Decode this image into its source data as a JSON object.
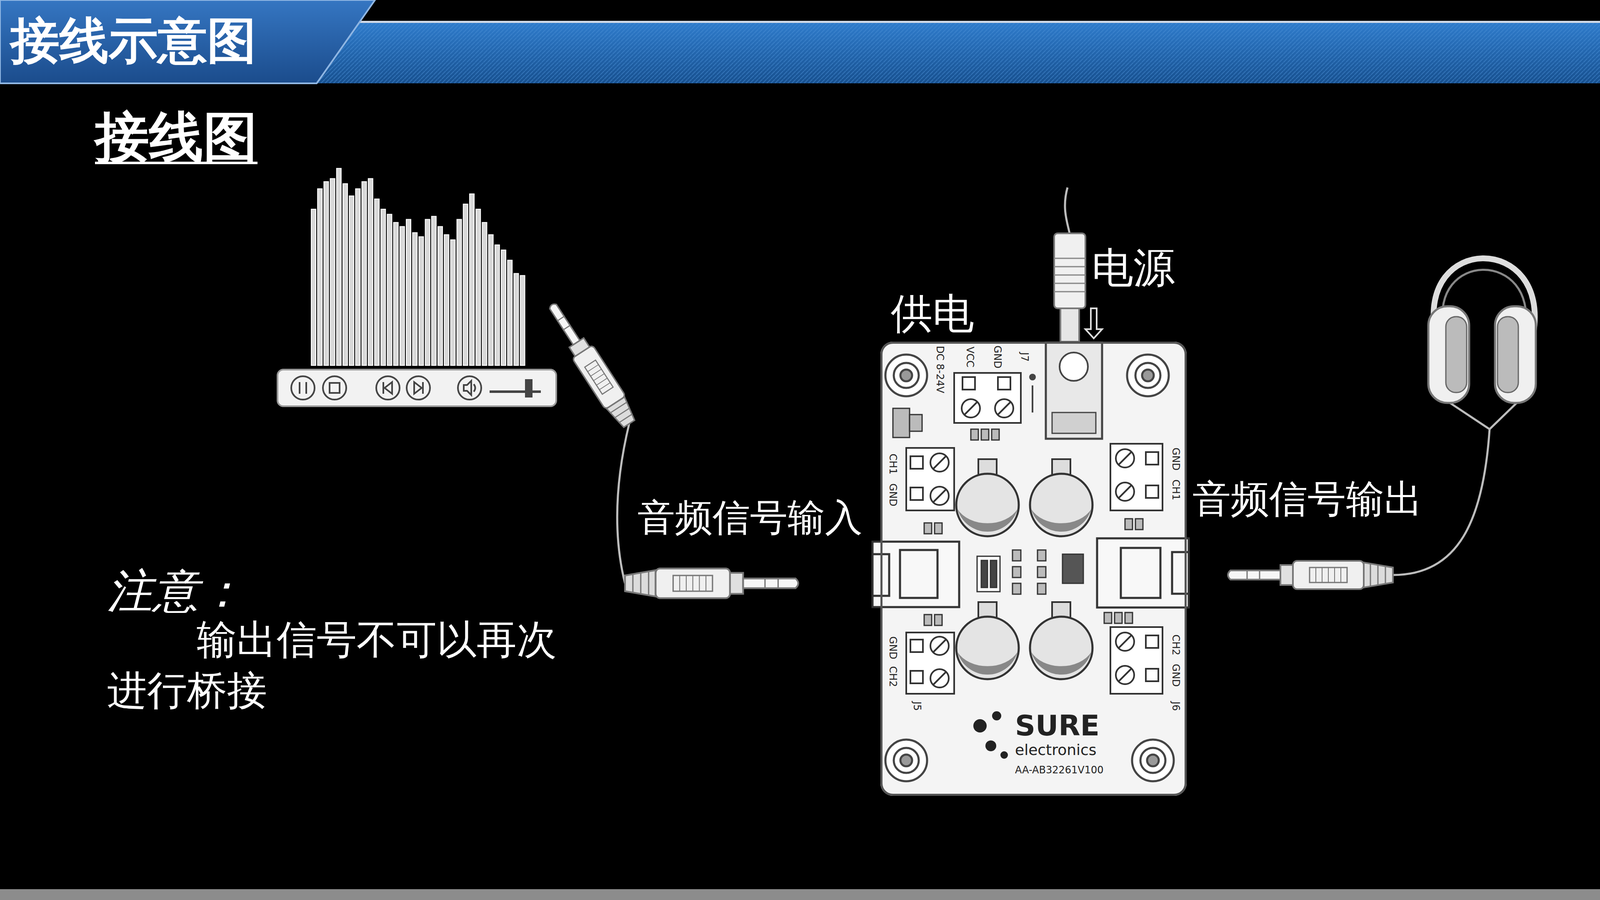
{
  "diagram": {
    "title": "接线示意图",
    "nodes": [
      {
        "text": [
          "SURE",
          "electronics",
          "AA-AB32261V100"
        ]
      }
    ],
    "labels": [
      "接线图",
      "电源",
      "供电",
      "音频信号输入",
      "音频信号输出",
      "注意：",
      "输出信号不可以再次 进行桥接",
      "DC 8-24V",
      "VCC",
      "GND",
      "J7",
      "CH1",
      "GND",
      "GND",
      "CH1",
      "GND",
      "CH2",
      "J5",
      "CH2",
      "GND",
      "J6"
    ]
  }
}
